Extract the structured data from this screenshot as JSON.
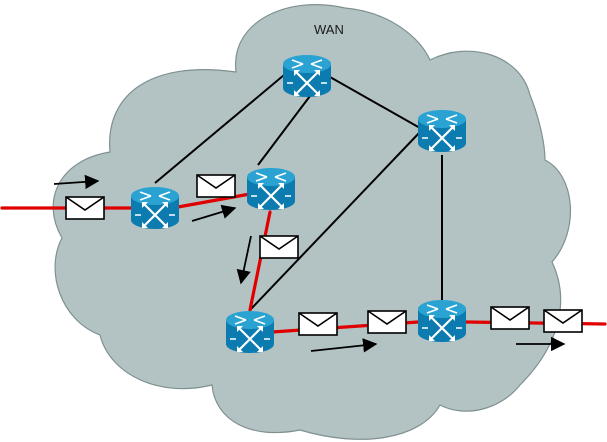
{
  "diagram": {
    "cloud_label": "WAN",
    "colors": {
      "cloud_fill": "#b3c3c4",
      "cloud_stroke": "#7e8f90",
      "path_red": "#e00000",
      "link_black": "#000000",
      "router_top": "#1e9ccc",
      "router_body": "#0b7bb0",
      "router_arrow": "#ffffff",
      "envelope_fill": "#ffffff",
      "envelope_stroke": "#000000"
    },
    "nodes": [
      {
        "id": "router-top",
        "icon": "router-icon"
      },
      {
        "id": "router-right",
        "icon": "router-icon"
      },
      {
        "id": "router-mid",
        "icon": "router-icon"
      },
      {
        "id": "router-left",
        "icon": "router-icon"
      },
      {
        "id": "router-bottom-left",
        "icon": "router-icon"
      },
      {
        "id": "router-bottom-right",
        "icon": "router-icon"
      }
    ],
    "links": [
      {
        "from": "router-left",
        "to": "router-top",
        "type": "black"
      },
      {
        "from": "router-mid",
        "to": "router-top",
        "type": "black"
      },
      {
        "from": "router-top",
        "to": "router-right",
        "type": "black"
      },
      {
        "from": "router-right",
        "to": "router-bottom-left",
        "type": "black"
      },
      {
        "from": "router-right",
        "to": "router-bottom-right",
        "type": "black"
      },
      {
        "from": "external-left",
        "to": "router-left",
        "type": "red"
      },
      {
        "from": "router-left",
        "to": "router-mid",
        "type": "red"
      },
      {
        "from": "router-mid",
        "to": "router-bottom-left",
        "type": "red"
      },
      {
        "from": "router-bottom-left",
        "to": "router-bottom-right",
        "type": "red"
      },
      {
        "from": "router-bottom-right",
        "to": "external-right",
        "type": "red"
      }
    ],
    "messages": [
      {
        "icon": "envelope-icon"
      },
      {
        "icon": "envelope-icon"
      },
      {
        "icon": "envelope-icon"
      },
      {
        "icon": "envelope-icon"
      },
      {
        "icon": "envelope-icon"
      },
      {
        "icon": "envelope-icon"
      },
      {
        "icon": "envelope-icon"
      }
    ],
    "flow_arrows": [
      {
        "icon": "arrow-icon"
      },
      {
        "icon": "arrow-icon"
      },
      {
        "icon": "arrow-icon"
      },
      {
        "icon": "arrow-icon"
      },
      {
        "icon": "arrow-icon"
      }
    ]
  }
}
